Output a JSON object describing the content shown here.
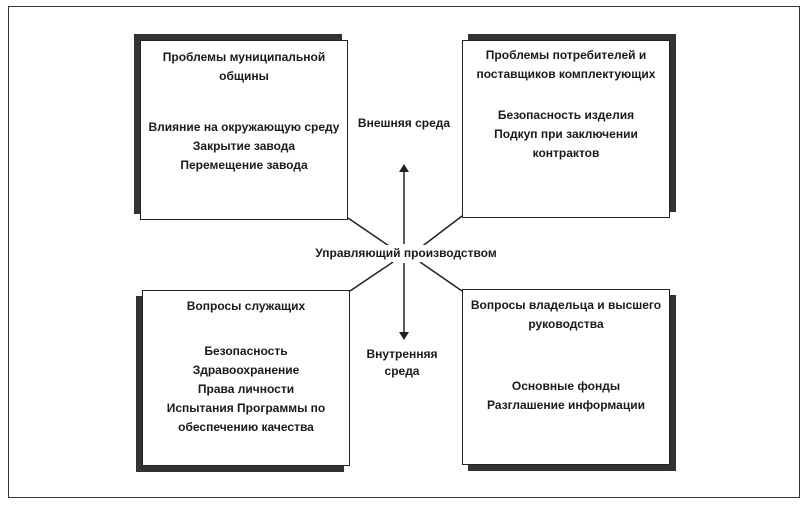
{
  "diagram": {
    "center_label": "Управляющий производством",
    "external_label": "Внешняя среда",
    "internal_label": "Внутренняя среда",
    "boxes": {
      "top_left": {
        "title": "Проблемы муниципальной общины",
        "items": [
          "Влияние на окружающую среду",
          "Закрытие завода",
          "Перемещение завода"
        ]
      },
      "top_right": {
        "title": "Проблемы потребителей и поставщиков комплектующих",
        "items": [
          "Безопасность изделия",
          "Подкуп при заключении контрактов"
        ]
      },
      "bottom_left": {
        "title": "Вопросы служащих",
        "items": [
          "Безопасность",
          "Здравоохранение",
          "Права личности",
          "Испытания Программы по обеспечению качества"
        ]
      },
      "bottom_right": {
        "title": "Вопросы владельца и высшего руководства",
        "items": [
          "Основные фонды",
          "Разглашение информации"
        ]
      }
    }
  }
}
